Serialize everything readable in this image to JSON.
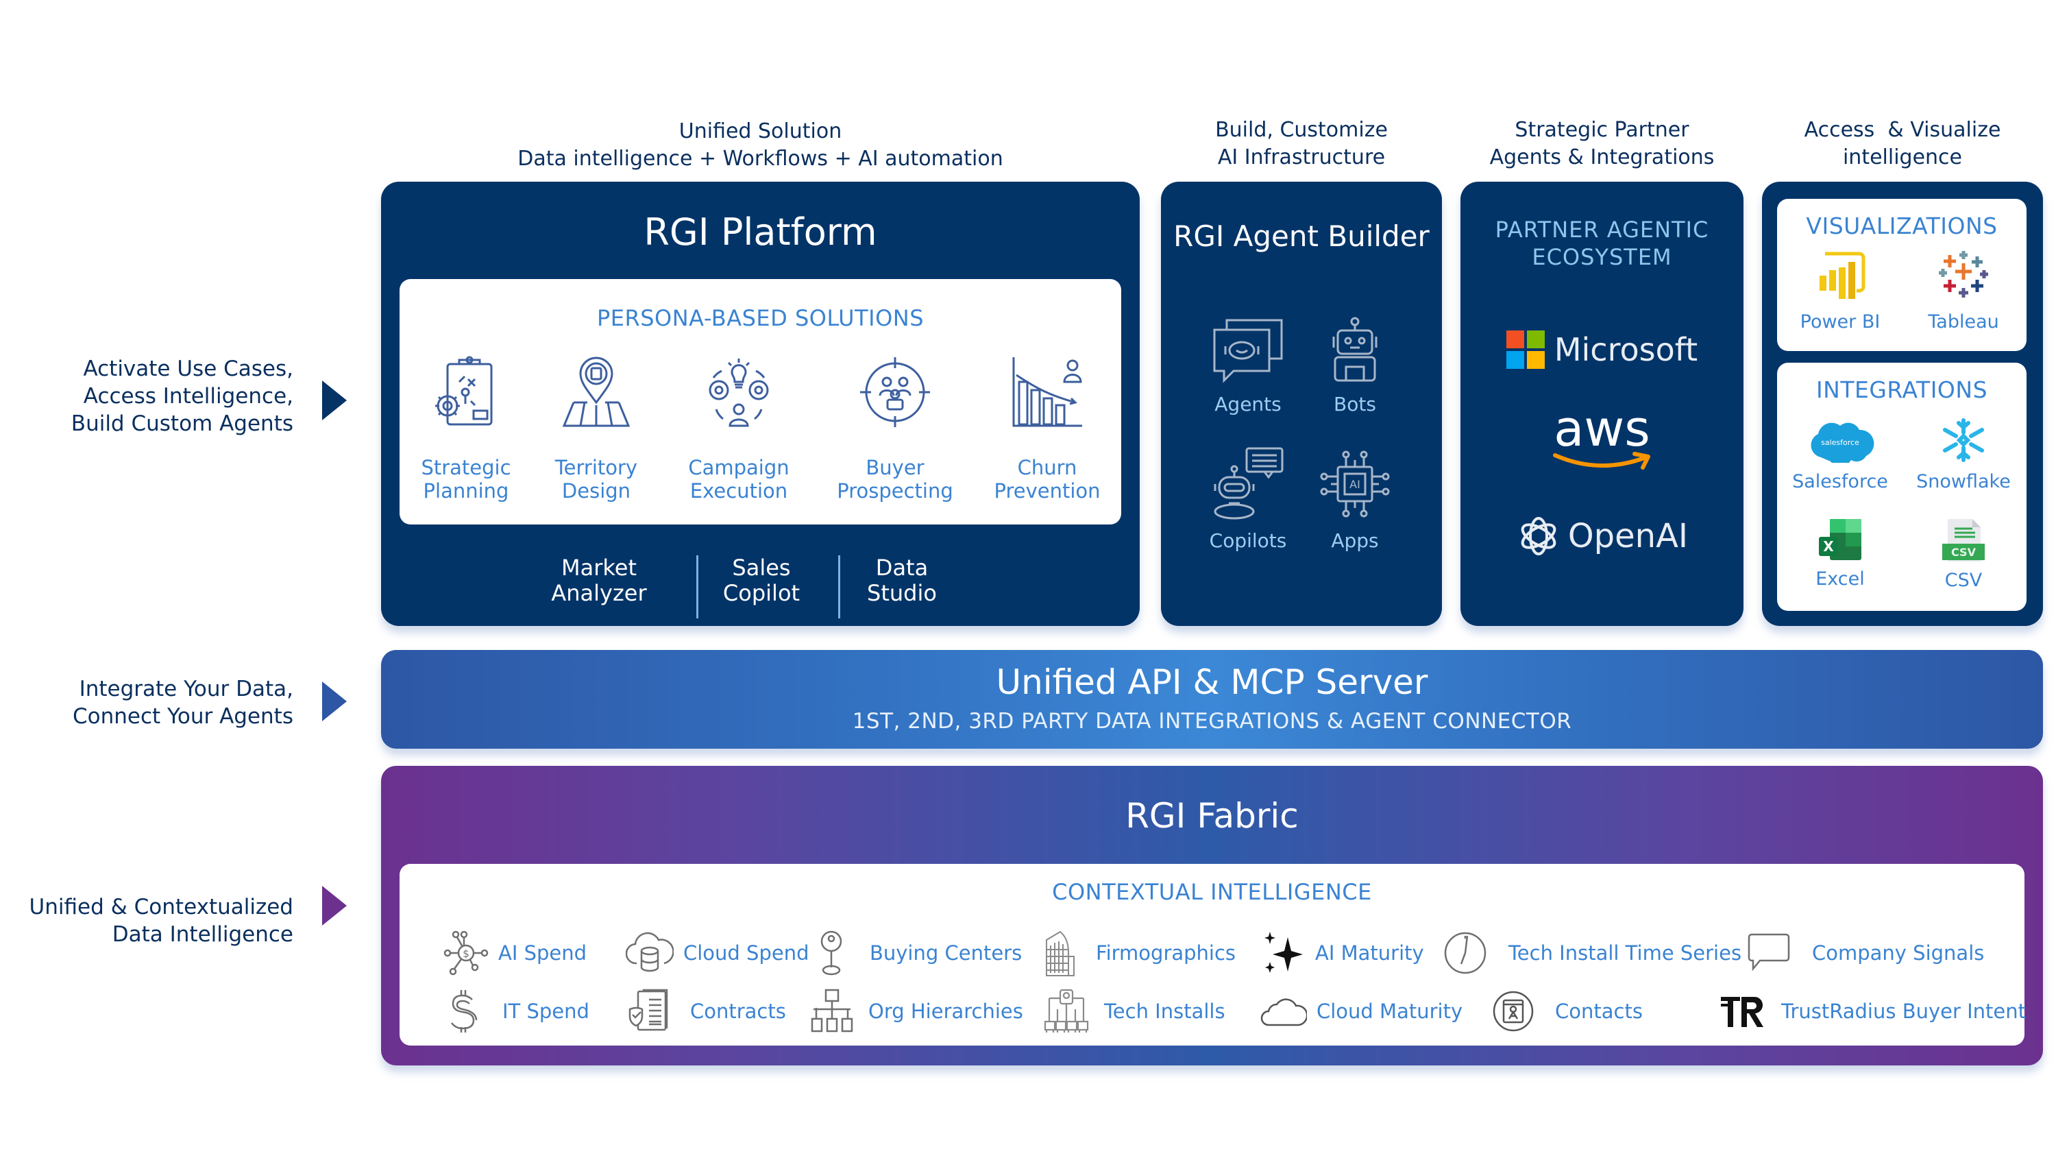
{
  "side_labels": [
    {
      "lines": [
        "Activate Use Cases,",
        "Access Intelligence,",
        "Build Custom Agents"
      ],
      "arrow_color": "#063366"
    },
    {
      "lines": [
        "Integrate Your Data,",
        "Connect Your Agents"
      ],
      "arrow_color": "#2d57a5"
    },
    {
      "lines": [
        "Unified & Contextualized",
        "Data Intelligence"
      ],
      "arrow_color": "#6c318f"
    }
  ],
  "captions": {
    "platform": [
      "Unified Solution",
      "Data intelligence + Workflows + AI automation"
    ],
    "agent_builder": [
      "Build, Customize",
      "AI Infrastructure"
    ],
    "partners": [
      "Strategic Partner",
      "Agents & Integrations"
    ],
    "access": [
      "Access  & Visualize",
      "intelligence"
    ]
  },
  "platform": {
    "title": "RGI Platform",
    "persona_heading": "PERSONA-BASED SOLUTIONS",
    "personas": [
      {
        "icon": "strategic-planning-icon",
        "lines": [
          "Strategic",
          "Planning"
        ]
      },
      {
        "icon": "territory-design-icon",
        "lines": [
          "Territory",
          "Design"
        ]
      },
      {
        "icon": "campaign-execution-icon",
        "lines": [
          "Campaign",
          "Execution"
        ]
      },
      {
        "icon": "buyer-prospecting-icon",
        "lines": [
          "Buyer",
          "Prospecting"
        ]
      },
      {
        "icon": "churn-prevention-icon",
        "lines": [
          "Churn",
          "Prevention"
        ]
      }
    ],
    "apps": [
      {
        "lines": [
          "Market",
          "Analyzer"
        ]
      },
      {
        "lines": [
          "Sales",
          "Copilot"
        ]
      },
      {
        "lines": [
          "Data",
          "Studio"
        ]
      }
    ]
  },
  "agent_builder": {
    "title": "RGI Agent Builder",
    "items": [
      {
        "icon": "agents-icon",
        "label": "Agents"
      },
      {
        "icon": "bots-icon",
        "label": "Bots"
      },
      {
        "icon": "copilots-icon",
        "label": "Copilots"
      },
      {
        "icon": "apps-icon",
        "label": "Apps"
      }
    ]
  },
  "partners": {
    "title": [
      "PARTNER AGENTIC",
      "ECOSYSTEM"
    ],
    "logos": [
      {
        "icon": "microsoft-logo-icon",
        "label": "Microsoft"
      },
      {
        "icon": "aws-logo-icon",
        "label": "aws"
      },
      {
        "icon": "openai-logo-icon",
        "label": "OpenAI"
      }
    ]
  },
  "access": {
    "visualizations": {
      "heading": "VISUALIZATIONS",
      "items": [
        {
          "icon": "power-bi-icon",
          "label": "Power BI"
        },
        {
          "icon": "tableau-icon",
          "label": "Tableau"
        }
      ]
    },
    "integrations": {
      "heading": "INTEGRATIONS",
      "items": [
        {
          "icon": "salesforce-icon",
          "label": "Salesforce",
          "badge": "salesforce"
        },
        {
          "icon": "snowflake-icon",
          "label": "Snowflake"
        },
        {
          "icon": "excel-icon",
          "label": "Excel"
        },
        {
          "icon": "csv-icon",
          "label": "CSV",
          "badge": "CSV"
        }
      ]
    }
  },
  "api": {
    "title": "Unified API & MCP Server",
    "subtitle": "1ST, 2ND, 3RD PARTY DATA INTEGRATIONS & AGENT CONNECTOR"
  },
  "fabric": {
    "title": "RGI Fabric",
    "heading": "CONTEXTUAL INTELLIGENCE",
    "row1": [
      {
        "icon": "ai-spend-icon",
        "label": "AI Spend"
      },
      {
        "icon": "cloud-spend-icon",
        "label": "Cloud Spend"
      },
      {
        "icon": "buying-centers-icon",
        "label": "Buying Centers"
      },
      {
        "icon": "firmographics-icon",
        "label": "Firmographics"
      },
      {
        "icon": "ai-maturity-icon",
        "label": "AI Maturity"
      },
      {
        "icon": "tech-install-time-series-icon",
        "label": "Tech Install Time Series"
      },
      {
        "icon": "company-signals-icon",
        "label": "Company Signals"
      }
    ],
    "row2": [
      {
        "icon": "it-spend-icon",
        "label": "IT Spend"
      },
      {
        "icon": "contracts-icon",
        "label": "Contracts"
      },
      {
        "icon": "org-hierarchies-icon",
        "label": "Org Hierarchies"
      },
      {
        "icon": "tech-installs-icon",
        "label": "Tech Installs"
      },
      {
        "icon": "cloud-maturity-icon",
        "label": "Cloud Maturity"
      },
      {
        "icon": "contacts-icon",
        "label": "Contacts"
      },
      {
        "icon": "trustradius-icon",
        "label": "TrustRadius Buyer Intent",
        "badge": "TR"
      }
    ]
  },
  "colors": {
    "navy": "#033468",
    "accent_blue": "#3a83d2",
    "light_blue_label": "#9fcdf0",
    "api_blue": "#2d57a5",
    "fabric_purple": "#6c318f"
  }
}
